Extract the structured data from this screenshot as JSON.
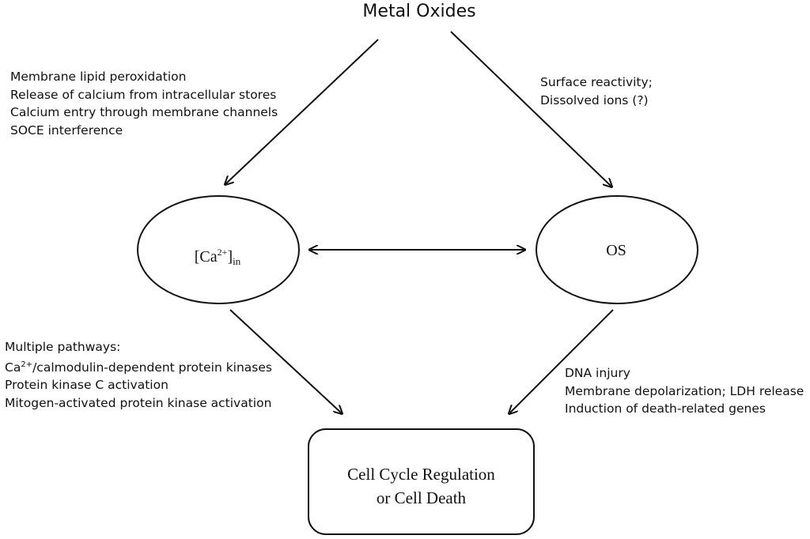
{
  "title": "Metal Oxides",
  "nodes": {
    "calcium": {
      "base": "[Ca",
      "superscript": "2+",
      "close": "]",
      "subscript": "in"
    },
    "os": "OS",
    "outcome": {
      "line1": "Cell Cycle Regulation",
      "line2": "or Cell Death"
    }
  },
  "annotations": {
    "left_top": [
      "Membrane lipid peroxidation",
      "Release of calcium from intracellular stores",
      "Calcium entry through membrane channels",
      "SOCE interference"
    ],
    "right_top": [
      "Surface reactivity;",
      "Dissolved ions (?)"
    ],
    "left_bottom": {
      "line1": "Multiple pathways:",
      "line2_prefix": "Ca",
      "line2_sup": "2+",
      "line2_rest": "/calmodulin-dependent protein kinases",
      "line3": "Protein kinase C activation",
      "line4": "Mitogen-activated protein kinase activation"
    },
    "right_bottom": [
      "DNA injury",
      "Membrane depolarization; LDH release",
      "Induction of death-related genes"
    ]
  },
  "colors": {
    "stroke": "#111111",
    "background": "#ffffff"
  }
}
